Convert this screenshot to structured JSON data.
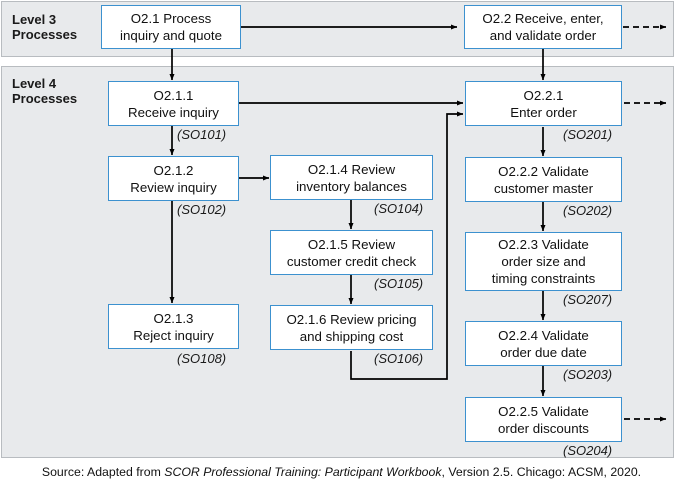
{
  "bands": {
    "level3": {
      "label": "Level 3\nProcesses",
      "line1": "Level 3",
      "line2": "Processes"
    },
    "level4": {
      "label": "Level 4\nProcesses",
      "line1": "Level 4",
      "line2": "Processes"
    }
  },
  "nodes": {
    "o21": {
      "line1": "O2.1 Process",
      "line2": "inquiry and quote",
      "code": ""
    },
    "o22": {
      "line1": "O2.2 Receive, enter,",
      "line2": "and validate order",
      "code": ""
    },
    "o211": {
      "line1": "O2.1.1",
      "line2": "Receive inquiry",
      "code": "(SO101)"
    },
    "o212": {
      "line1": "O2.1.2",
      "line2": "Review inquiry",
      "code": "(SO102)"
    },
    "o213": {
      "line1": "O2.1.3",
      "line2": "Reject inquiry",
      "code": "(SO108)"
    },
    "o214": {
      "line1": "O2.1.4 Review",
      "line2": "inventory balances",
      "code": "(SO104)"
    },
    "o215": {
      "line1": "O2.1.5 Review",
      "line2": "customer credit check",
      "code": "(SO105)"
    },
    "o216": {
      "line1": "O2.1.6 Review pricing",
      "line2": "and shipping cost",
      "code": "(SO106)"
    },
    "o221": {
      "line1": "O2.2.1",
      "line2": "Enter order",
      "code": "(SO201)"
    },
    "o222": {
      "line1": "O2.2.2 Validate",
      "line2": "customer master",
      "code": "(SO202)"
    },
    "o223": {
      "line1": "O2.2.3 Validate",
      "line2": "order size and",
      "line3": "timing constraints",
      "code": "(SO207)"
    },
    "o224": {
      "line1": "O2.2.4 Validate",
      "line2": "order due date",
      "code": "(SO203)"
    },
    "o225": {
      "line1": "O2.2.5 Validate",
      "line2": "order discounts",
      "code": "(SO204)"
    }
  },
  "source": {
    "prefix": "Source: Adapted from ",
    "title": "SCOR Professional Training: Participant Workbook",
    "suffix": ", Version 2.5. Chicago: ACSM, 2020."
  },
  "colors": {
    "node_border": "#3c91cf",
    "band_fill": "#e8eaec",
    "band_border": "#b8bcc0",
    "connector": "#000000",
    "page": "#ffffff"
  }
}
